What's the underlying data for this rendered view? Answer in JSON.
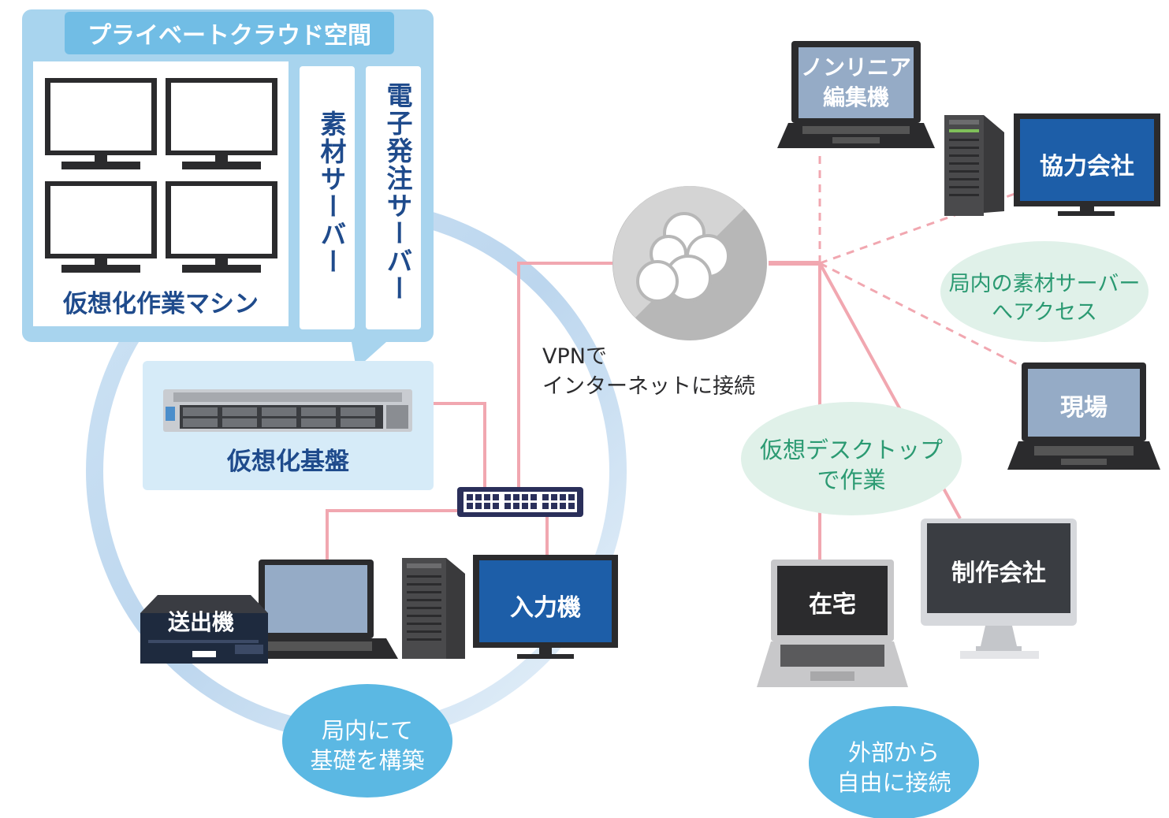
{
  "cloud": {
    "title": "プライベートクラウド空間",
    "vm_label": "仮想化作業マシン",
    "material_server": "素材サーバー",
    "order_server": "電子発注サーバー"
  },
  "base": {
    "label": "仮想化基盤"
  },
  "vpn": {
    "line1": "VPNで",
    "line2": "インターネットに接続"
  },
  "devices": {
    "nle": {
      "line1": "ノンリニア",
      "line2": "編集機"
    },
    "partner": "協力会社",
    "site": "現場",
    "home": "在宅",
    "production": "制作会社",
    "input": "入力機",
    "transmitter": "送出機"
  },
  "bubbles": {
    "access": {
      "line1": "局内の素材サーバー",
      "line2": "へアクセス"
    },
    "desktop": {
      "line1": "仮想デスクトップ",
      "line2": "で作業"
    },
    "internal": {
      "line1": "局内にて",
      "line2": "基礎を構築"
    },
    "external": {
      "line1": "外部から",
      "line2": "自由に接続"
    }
  },
  "colors": {
    "cloud_bg": "#a8d4ee",
    "panel_bg": "#d6ebf8",
    "navy_text": "#1f4b8c",
    "link": "#f1a7b0",
    "bubble_green": "#e0f1e9",
    "bubble_green_text": "#2b9a72",
    "bubble_blue": "#5bb8e3",
    "screen_blue": "#1d5ea8",
    "screen_gray_blue": "#95abc6"
  }
}
